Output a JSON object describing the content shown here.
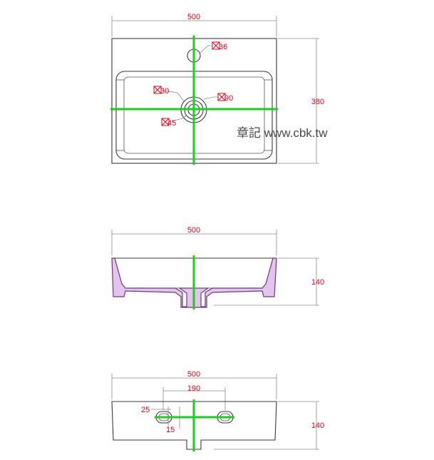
{
  "colors": {
    "dimension_text": "#e8001c",
    "axis_lines": "#1ecc1e",
    "section_fill": "#e4c4ee",
    "outline": "#3a3a3a"
  },
  "watermark": "章記 www.cbk.tw",
  "top_view": {
    "width_label": "500",
    "depth_label": "380",
    "tap_hole_label": "36",
    "drain_outer_label": "90",
    "drain_mid_label": "30",
    "drain_inner_label": "45"
  },
  "front_section": {
    "width_label": "500",
    "height_label": "140"
  },
  "rear_view": {
    "width_label": "500",
    "mount_spacing_label": "190",
    "slot_width_label": "25",
    "slot_height_label": "15",
    "height_label": "140"
  }
}
